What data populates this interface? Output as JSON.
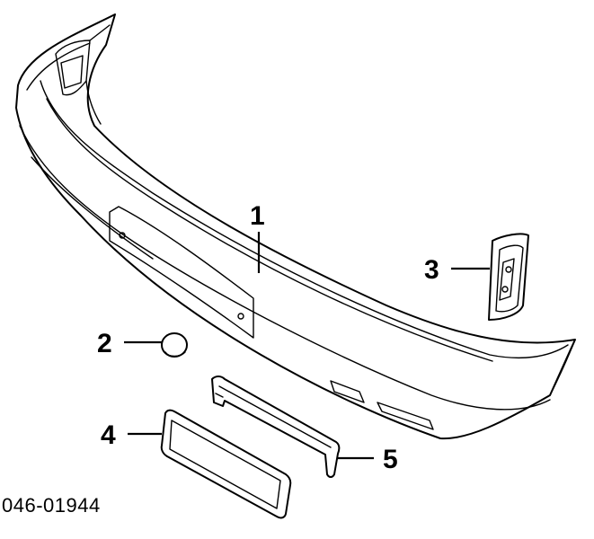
{
  "callouts": [
    {
      "id": "1",
      "label": "1",
      "part": "bumper-cover"
    },
    {
      "id": "2",
      "label": "2",
      "part": "plug"
    },
    {
      "id": "3",
      "label": "3",
      "part": "bracket"
    },
    {
      "id": "4",
      "label": "4",
      "part": "plate-frame"
    },
    {
      "id": "5",
      "label": "5",
      "part": "plate-bracket"
    }
  ],
  "diagram_code": "046-01944"
}
